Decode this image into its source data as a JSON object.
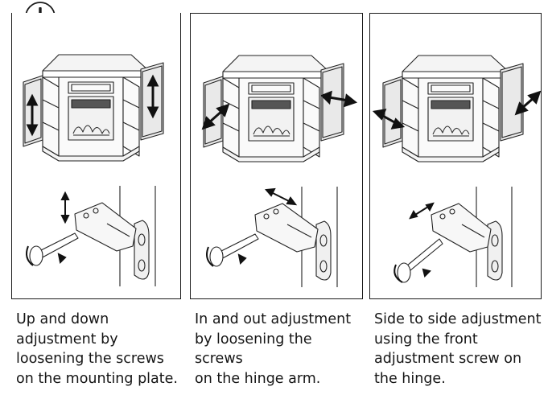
{
  "notice": {
    "icon": "caution-exclamation-icon"
  },
  "panels": [
    {
      "caption": "Up and down\nadjustment by\nloosening the screws\non the mounting plate.",
      "door_arrow": "vertical",
      "hinge_arrow": "vertical"
    },
    {
      "caption": "In and out adjustment\nby loosening the screws\non the hinge arm.",
      "door_arrow": "in-out",
      "hinge_arrow": "in-out"
    },
    {
      "caption": "Side to side adjustment\nusing the front\nadjustment screw on\nthe hinge.",
      "door_arrow": "side-to-side",
      "hinge_arrow": "side-to-side"
    }
  ]
}
